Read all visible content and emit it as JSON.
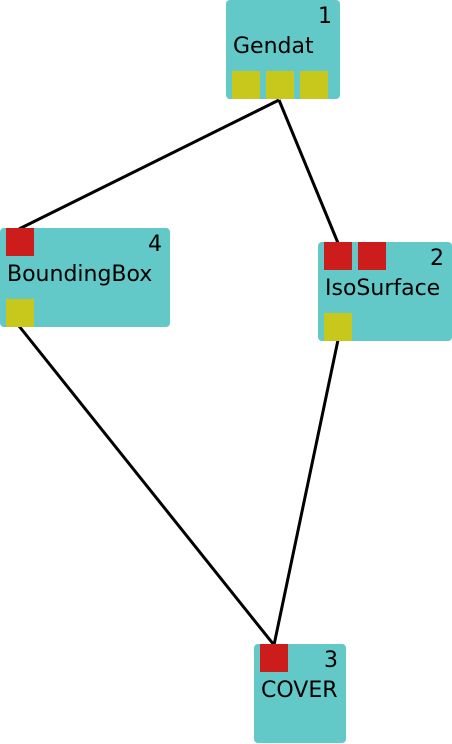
{
  "modules": {
    "gendat": {
      "title": "Gendat",
      "number": "1"
    },
    "isosurface": {
      "title": "IsoSurface",
      "number": "2"
    },
    "cover": {
      "title": "COVER",
      "number": "3"
    },
    "boundingbox": {
      "title": "BoundingBox",
      "number": "4"
    }
  },
  "connections": [
    {
      "from": "Gendat",
      "to": "BoundingBox"
    },
    {
      "from": "Gendat",
      "to": "IsoSurface"
    },
    {
      "from": "BoundingBox",
      "to": "COVER"
    },
    {
      "from": "IsoSurface",
      "to": "COVER"
    }
  ],
  "colors": {
    "module_fill": "#63c8c8",
    "input_port": "#cc1c1c",
    "output_port": "#c8c81c",
    "connection": "#000000"
  }
}
